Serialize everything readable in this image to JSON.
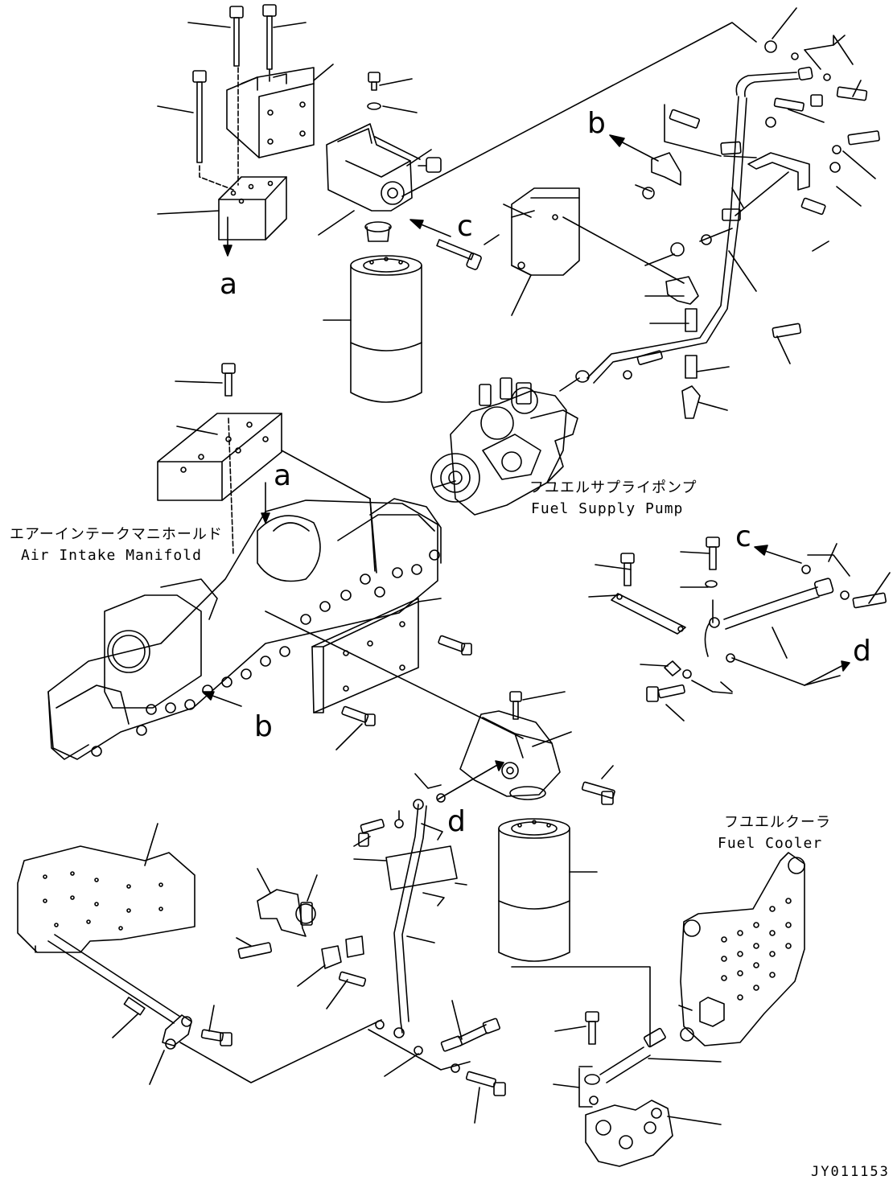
{
  "labels": {
    "fuel_supply_pump_jp": "フユエルサプライポンプ",
    "fuel_supply_pump_en": "Fuel Supply Pump",
    "air_intake_manifold_jp": "エアーインテークマニホールド",
    "air_intake_manifold_en": "Air Intake Manifold",
    "fuel_cooler_jp": "フユエルクーラ",
    "fuel_cooler_en": "Fuel Cooler"
  },
  "connection_markers": {
    "a_top": "a",
    "a_manifold": "a",
    "b_top": "b",
    "b_manifold": "b",
    "c_filter": "c",
    "c_right": "c",
    "d_right": "d",
    "d_lower": "d"
  },
  "drawing_code": "JY011153"
}
